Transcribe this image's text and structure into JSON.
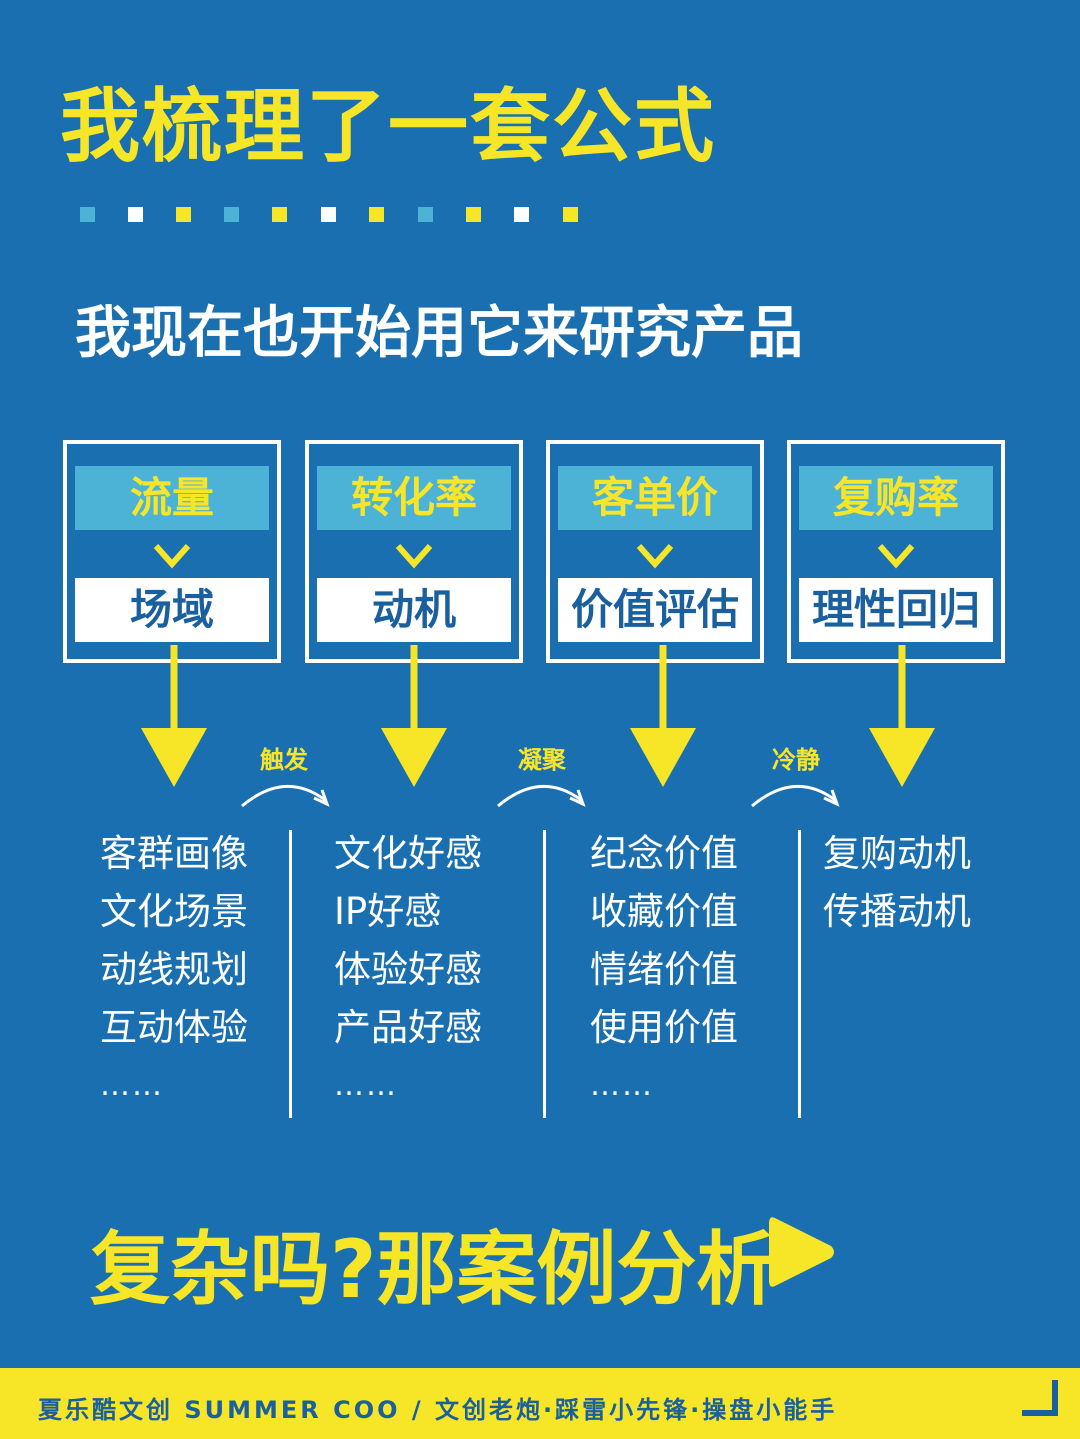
{
  "colors": {
    "background": "#1a6fb0",
    "accent_yellow": "#f7e628",
    "accent_cyan": "#4db3d6",
    "white": "#ffffff",
    "text_dark_blue": "#1a5f9e"
  },
  "header": {
    "title": "我梳理了一套公式",
    "subtitle": "我现在也开始用它来研究产品"
  },
  "dots": [
    "cyan",
    "white",
    "yellow",
    "cyan",
    "yellow",
    "white",
    "yellow",
    "cyan",
    "yellow",
    "white",
    "yellow"
  ],
  "cards": [
    {
      "top": "流量",
      "bottom": "场域"
    },
    {
      "top": "转化率",
      "bottom": "动机"
    },
    {
      "top": "客单价",
      "bottom": "价值评估"
    },
    {
      "top": "复购率",
      "bottom": "理性回归"
    }
  ],
  "connectors": [
    "触发",
    "凝聚",
    "冷静"
  ],
  "columns": [
    {
      "items": [
        "客群画像",
        "文化场景",
        "动线规划",
        "互动体验"
      ],
      "ellipsis": "……"
    },
    {
      "items": [
        "文化好感",
        "IP好感",
        "体验好感",
        "产品好感"
      ],
      "ellipsis": "……"
    },
    {
      "items": [
        "纪念价值",
        "收藏价值",
        "情绪价值",
        "使用价值"
      ],
      "ellipsis": "……"
    },
    {
      "items": [
        "复购动机",
        "传播动机"
      ],
      "ellipsis": ""
    }
  ],
  "cta": {
    "text": "复杂吗?那案例分析",
    "play_icon": "play-icon"
  },
  "footer": {
    "text": "夏乐酷文创 SUMMER COO / 文创老炮·踩雷小先锋·操盘小能手",
    "corner_icon": "corner-bracket-icon"
  }
}
